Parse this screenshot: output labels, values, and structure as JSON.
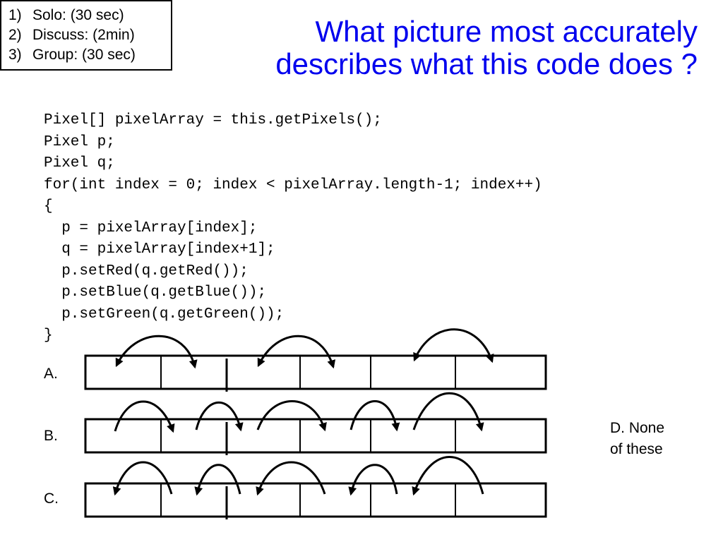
{
  "steps": [
    {
      "num": "1)",
      "text": "Solo: (30 sec)"
    },
    {
      "num": "2)",
      "text": "Discuss: (2min)"
    },
    {
      "num": "3)",
      "text": "Group: (30 sec)"
    }
  ],
  "title": {
    "line1": "What picture most accurately",
    "line2": "describes what this code does ?"
  },
  "code_lines": [
    "Pixel[] pixelArray = this.getPixels();",
    "Pixel p;",
    "Pixel q;",
    "for(int index = 0; index < pixelArray.length-1; index++)",
    "{",
    "  p = pixelArray[index];",
    "  q = pixelArray[index+1];",
    "  p.setRed(q.getRed());",
    "  p.setBlue(q.getBlue());",
    "  p.setGreen(q.getGreen());",
    "}"
  ],
  "options": {
    "a": "A.",
    "b": "B.",
    "c": "C.",
    "d_line1": "D. None",
    "d_line2": "of these"
  },
  "colors": {
    "title": "#0000ee",
    "text": "#000000",
    "diagram": "#000000"
  }
}
